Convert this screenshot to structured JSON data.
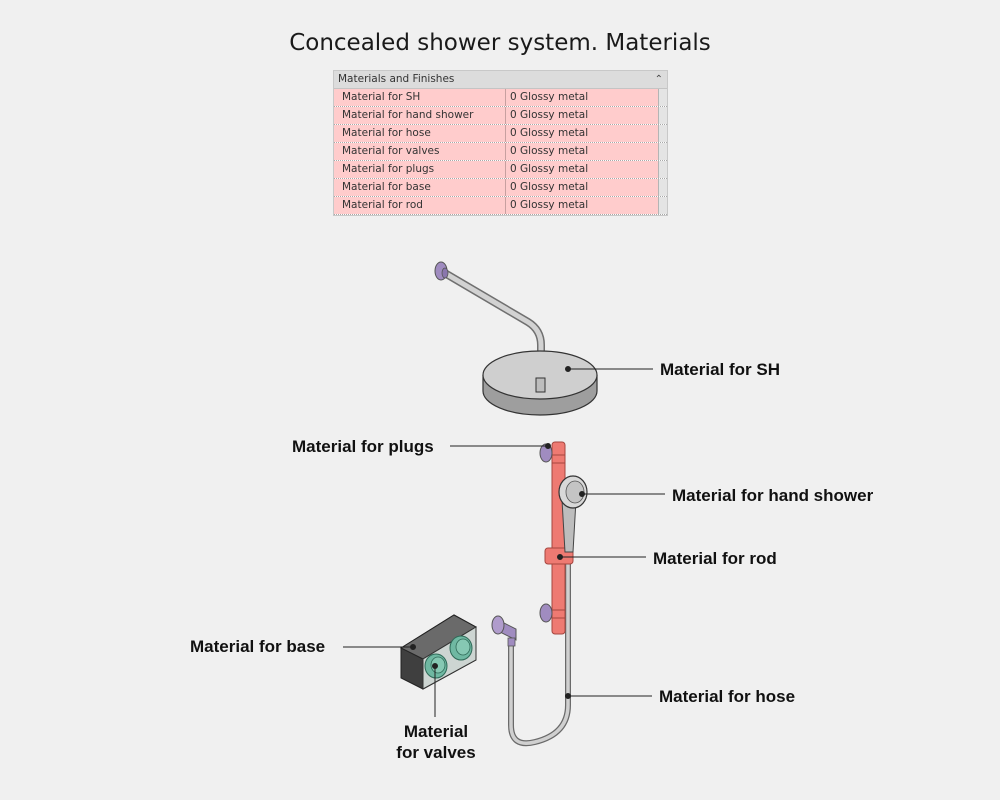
{
  "title": "Concealed shower system. Materials",
  "panel": {
    "header": "Materials and Finishes",
    "collapse_icon": "double-chevron-up-icon",
    "rows": [
      {
        "name": "Material for SH",
        "value": "0 Glossy metal"
      },
      {
        "name": "Material for hand shower",
        "value": "0 Glossy metal"
      },
      {
        "name": "Material for hose",
        "value": "0 Glossy metal"
      },
      {
        "name": "Material for valves",
        "value": "0 Glossy metal"
      },
      {
        "name": "Material for plugs",
        "value": "0 Glossy metal"
      },
      {
        "name": "Material for base",
        "value": "0 Glossy metal"
      },
      {
        "name": "Material for rod",
        "value": "0 Glossy metal"
      }
    ]
  },
  "callouts": {
    "sh": "Material for SH",
    "plugs": "Material for plugs",
    "hand_shower": "Material for hand shower",
    "rod": "Material for rod",
    "base": "Material for base",
    "hose": "Material for hose",
    "valves_line1": "Material",
    "valves_line2": "for valves"
  },
  "colors": {
    "background": "#f0f0f0",
    "highlight_row": "#ffcccc",
    "plug": "#a08cc0",
    "rod": "#ee7a72",
    "valve": "#6fb8a2",
    "base": "#4a4a4a",
    "metal": "#c8c8c8"
  }
}
